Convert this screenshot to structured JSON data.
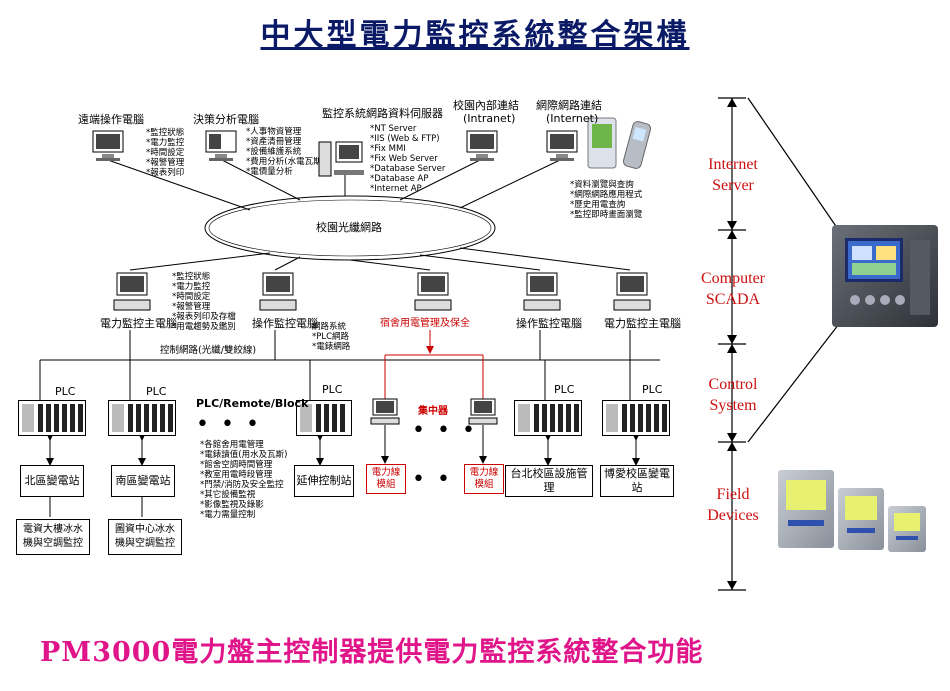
{
  "title": "中大型電力監控系統整合架構",
  "footer": "PM3000電力盤主控制器提供電力監控系統整合功能",
  "network_ring": "校園光纖網路",
  "control_network": "控制網路(光纖/雙絞線)",
  "top_stations": [
    {
      "label": "遠端操作電腦",
      "notes": [
        "*監控狀態",
        "*電力監控",
        "*時間設定",
        "*報警管理",
        "*報表列印"
      ]
    },
    {
      "label": "決策分析電腦",
      "notes": [
        "*人事物資管理",
        "*資產清冊管理",
        "*設備維護系統",
        "*費用分析(水電瓦斯)",
        "*電價量分析"
      ]
    },
    {
      "label": "監控系統網路資料伺服器",
      "notes": [
        "*NT Server",
        "*IIS (Web & FTP)",
        "*Fix MMI",
        "*Fix Web Server",
        "*Database Server",
        "*Database AP",
        "*Internet AP"
      ]
    },
    {
      "label": "校園內部連結",
      "sub": "(Intranet)"
    },
    {
      "label": "網際網路連結",
      "sub": "(Internet)",
      "notes": [
        "*資料瀏覽與查詢",
        "*網際網路應用程式",
        "*歷史用電查詢",
        "*監控即時畫面瀏覽"
      ]
    }
  ],
  "mid_stations": [
    {
      "label": "電力監控主電腦",
      "notes": [
        "*監控狀態",
        "*電力監控",
        "*時間設定",
        "*報警管理",
        "*報表列印及存檔",
        "*用電趨勢及鑑別"
      ]
    },
    {
      "label": "操作監控電腦"
    },
    {
      "label": "宿舍用電管理及保全"
    },
    {
      "label": "操作監控電腦"
    },
    {
      "label": "電力監控主電腦"
    }
  ],
  "network_system_note": [
    "網路系統",
    "*PLC網路",
    "*電錶網路"
  ],
  "plc_label": "PLC",
  "remote_block_title": "PLC/Remote/Block",
  "remote_block_notes": [
    "*各館舍用電管理",
    "*電錶讀值(用水及瓦斯)",
    "*館舍空調時間管理",
    "*教室用電時段管理",
    "*門禁/消防及安全監控",
    "*其它設備監視",
    "*影像監視及錄影",
    "*電力需量控制"
  ],
  "concentrator": "集中器",
  "substations": [
    "北區變電站",
    "南區變電站",
    "延伸控制站",
    "台北校區設施管理",
    "博愛校區變電站"
  ],
  "sub_panels": [
    "電資大樓冰水機與空調監控",
    "圖資中心冰水機與空調監控"
  ],
  "power_module": "電力線模組",
  "tiers": [
    "Internet Server",
    "Computer SCADA",
    "Control System",
    "Field Devices"
  ],
  "product_colors": {
    "title": "#0b1a66",
    "footer": "#e0158a",
    "tier": "#cc1010",
    "panel": "#4a5058"
  }
}
